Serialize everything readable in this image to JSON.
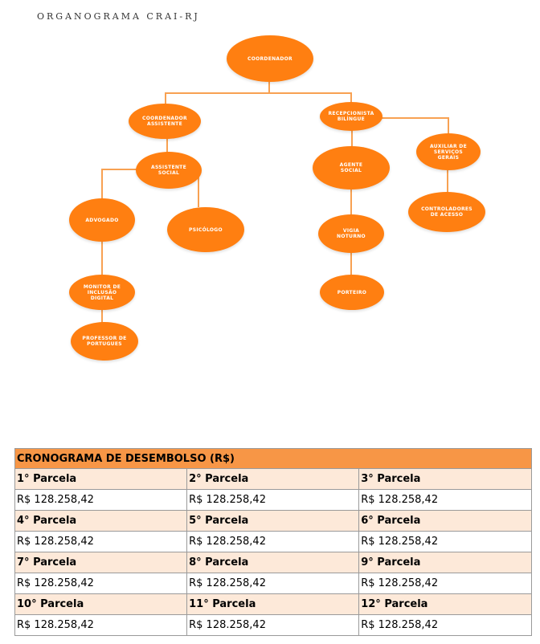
{
  "title": "ORGANOGRAMA CRAI-RJ",
  "orgchart": {
    "coordenador": "COORDENADOR",
    "coordenador_assistente": [
      "COORDENADOR",
      "ASSISTENTE"
    ],
    "recepcionista": [
      "RECEPCIONISTA",
      "BILÍNGUE"
    ],
    "assistente_social": [
      "ASSISTENTE",
      "SOCIAL"
    ],
    "agente_social": [
      "AGENTE",
      "SOCIAL"
    ],
    "auxiliar": [
      "AUXILIAR DE",
      "SERVIÇOS",
      "GERAIS"
    ],
    "advogado": "ADVOGADO",
    "psicologo": "PSICÓLOGO",
    "vigia": [
      "VIGIA",
      "NOTURNO"
    ],
    "controladores": [
      "CONTROLADORES",
      "DE ACESSO"
    ],
    "monitor": [
      "MONITOR DE",
      "INCLUSÃO",
      "DIGITAL"
    ],
    "porteiro": "PORTEIRO",
    "professor": [
      "PROFESSOR DE",
      "PORTUGUES"
    ]
  },
  "cronograma": {
    "header": "CRONOGRAMA  DE DESEMBOLSO (R$)",
    "rows": [
      {
        "labels": [
          "1° Parcela",
          "2° Parcela",
          "3° Parcela"
        ],
        "values": [
          "R$ 128.258,42",
          "R$ 128.258,42",
          "R$ 128.258,42"
        ]
      },
      {
        "labels": [
          "4° Parcela",
          "5° Parcela",
          "6° Parcela"
        ],
        "values": [
          "R$ 128.258,42",
          "R$ 128.258,42",
          "R$ 128.258,42"
        ]
      },
      {
        "labels": [
          "7° Parcela",
          "8° Parcela",
          "9° Parcela"
        ],
        "values": [
          "R$ 128.258,42",
          "R$ 128.258,42",
          "R$ 128.258,42"
        ]
      },
      {
        "labels": [
          "10° Parcela",
          "11° Parcela",
          "12° Parcela"
        ],
        "values": [
          "R$ 128.258,42",
          "R$ 128.258,42",
          "R$ 128.258,42"
        ]
      }
    ]
  }
}
